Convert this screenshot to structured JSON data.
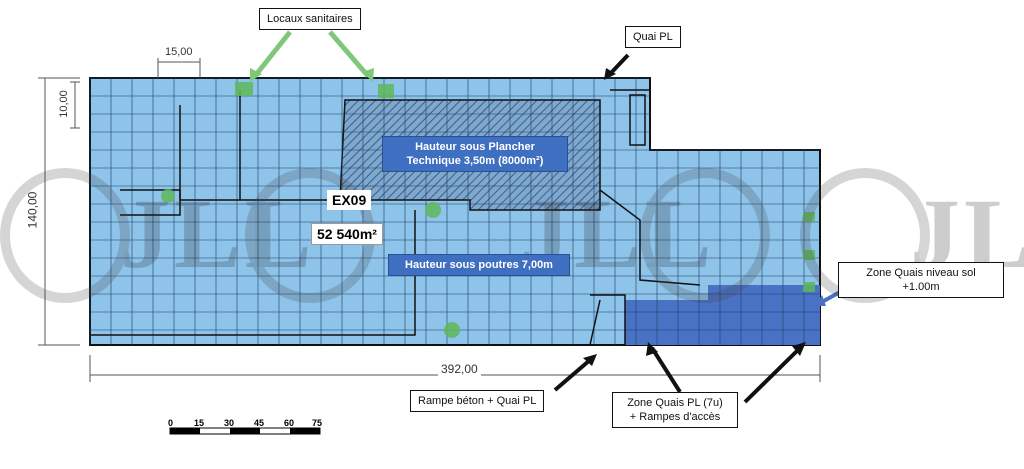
{
  "callouts": {
    "locaux_sanitaires": "Locaux sanitaires",
    "quai_pl": "Quai PL",
    "zone_quais_niveau_sol": "Zone Quais niveau sol\n+1.00m",
    "rampe_beton": "Rampe béton + Quai PL",
    "zone_quais_pl": "Zone Quais PL (7u)\n+ Rampes d'accès"
  },
  "labels": {
    "plancher": "Hauteur sous Plancher\nTechnique 3,50m (8000m²)",
    "building_id": "EX09",
    "surface": "52 540m²",
    "poutres": "Hauteur sous poutres 7,00m"
  },
  "dimensions": {
    "width_top": "15,00",
    "depth_side": "10,00",
    "total_depth": "140,00",
    "total_width": "392,00"
  },
  "scale": [
    "0",
    "15",
    "30",
    "45",
    "60",
    "75"
  ],
  "watermark": "JLL",
  "colors": {
    "floor": "#8ec3ea",
    "grid": "#1f3d63",
    "quay_zone": "#4a72c4",
    "label_bg": "#3f6fc0",
    "arrow_green": "#7fc87a"
  }
}
